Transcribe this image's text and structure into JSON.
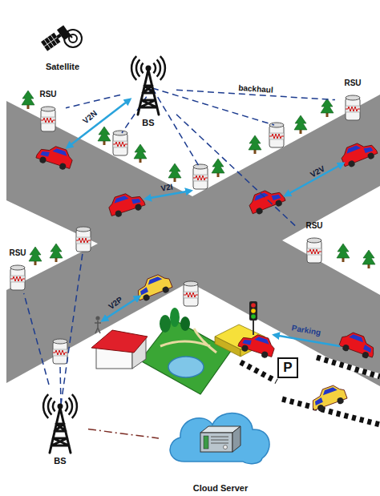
{
  "diagram": {
    "nodes": [
      {
        "text": [
          "Satellite"
        ]
      },
      {
        "text": [
          "BS"
        ]
      },
      {
        "text": [
          "RSU"
        ]
      },
      {
        "text": [
          "RSU"
        ]
      },
      {
        "text": [
          "RSU"
        ]
      },
      {
        "text": [
          "RSU"
        ]
      },
      {
        "text": [
          "P"
        ]
      },
      {
        "text": [
          "BS"
        ]
      },
      {
        "text": [
          "Cloud Server"
        ]
      }
    ],
    "edges": [
      {
        "from": 1,
        "to": 2,
        "arrow": "none"
      },
      {
        "from": 1,
        "to": 3,
        "label": "backhaul",
        "arrow": "none"
      },
      {
        "from": 1,
        "to": 4,
        "arrow": "none"
      },
      {
        "from": 7,
        "to": 5,
        "arrow": "none"
      },
      {
        "from": 7,
        "to": 8,
        "arrow": "none"
      }
    ],
    "labels": [
      "V2N",
      "V2I",
      "V2V",
      "V2P",
      "Parking"
    ]
  }
}
